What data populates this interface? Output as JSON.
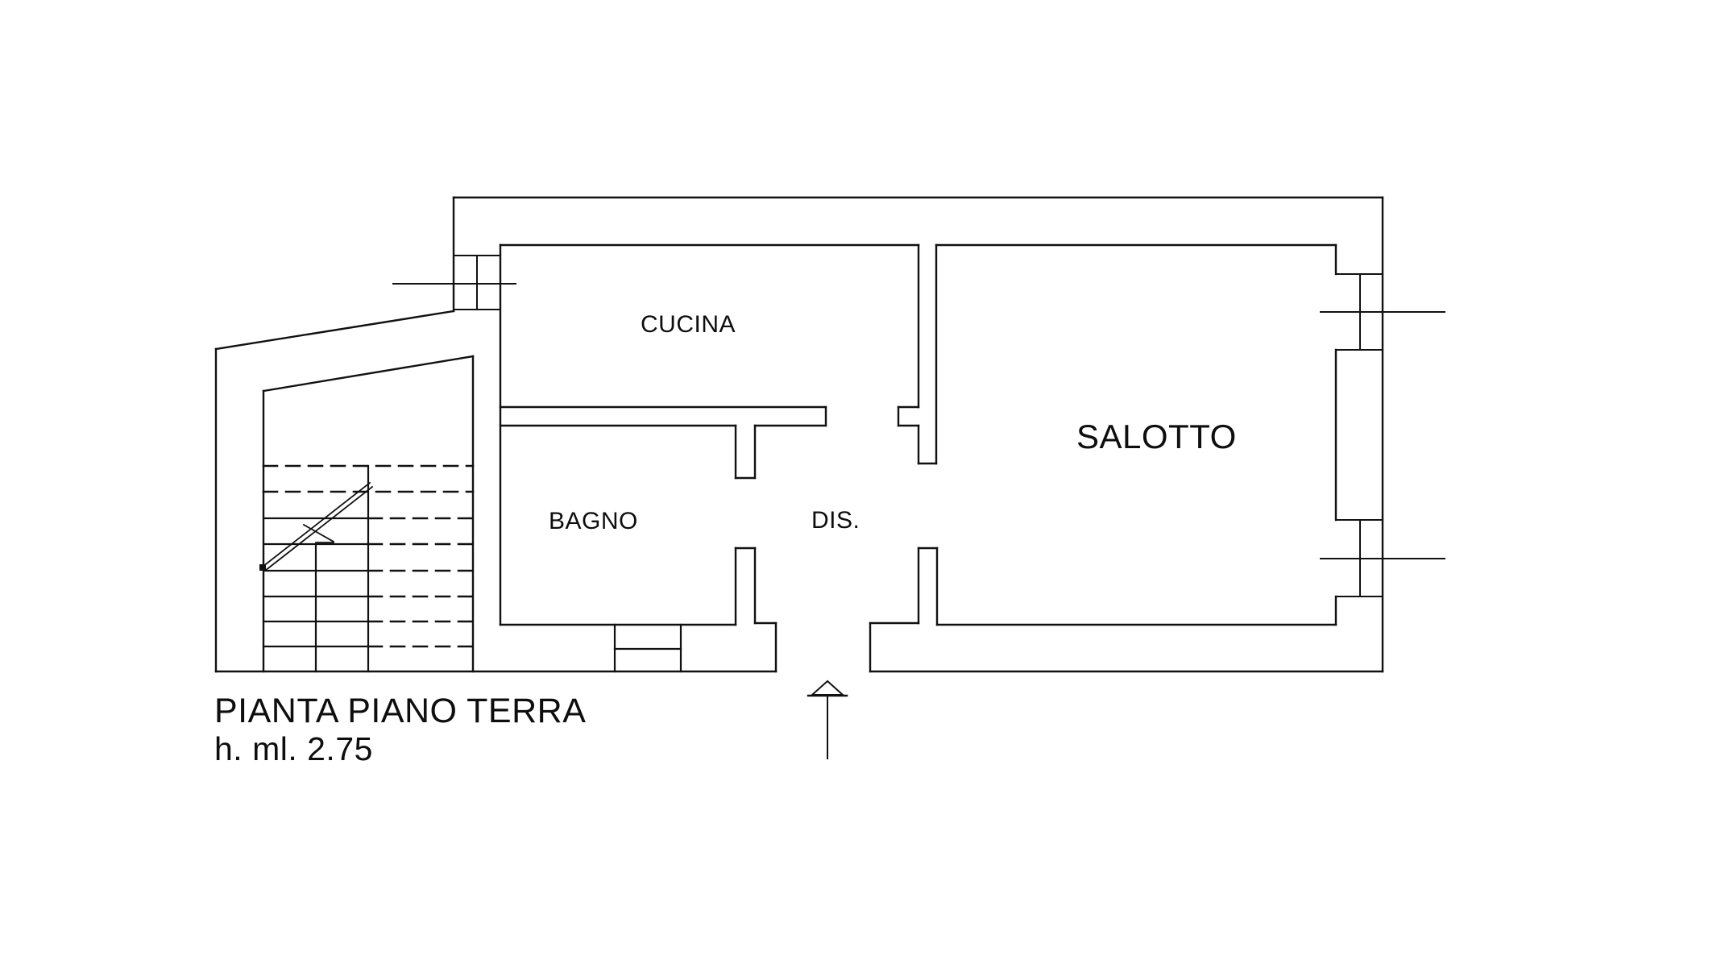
{
  "plan": {
    "title": "PIANTA PIANO TERRA",
    "height_note": "h. ml. 2.75",
    "rooms": [
      {
        "id": "cucina",
        "label": "CUCINA"
      },
      {
        "id": "bagno",
        "label": "BAGNO"
      },
      {
        "id": "dis",
        "label": "DIS."
      },
      {
        "id": "salotto",
        "label": "SALOTTO"
      }
    ],
    "symbols": {
      "entrance_arrow": "up-arrow",
      "stairs": "staircase-with-direction-line",
      "windows": "double-line-window-symbol"
    },
    "colors": {
      "line": "#111111",
      "background": "#ffffff"
    }
  }
}
